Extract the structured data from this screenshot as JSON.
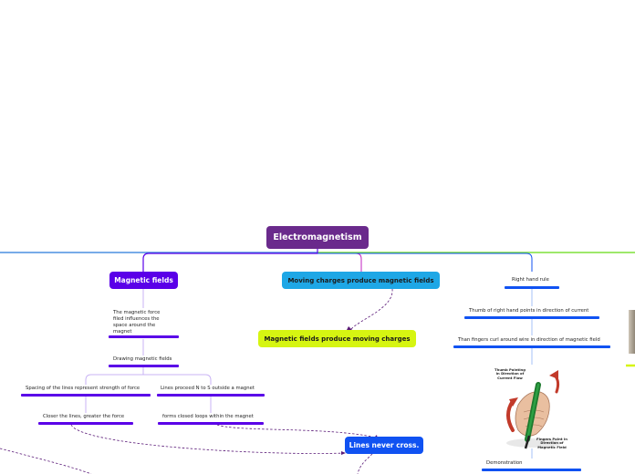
{
  "central": {
    "label": "Electromagnetism"
  },
  "topics": {
    "magnetic_fields": "Magnetic fields",
    "moving_charges": "Moving charges produce magnetic fields",
    "fields_produce_charges": "Magnetic fields produce moving charges",
    "lines_never_cross": "Lines never cross."
  },
  "magnetic_fields_branch": {
    "influence": "The magnetic force filed influences the space around the magnet",
    "drawing": "Drawing magnetic fields",
    "spacing": "Spacing of the lines represent strength of force",
    "n_to_s": "Lines proceed N to S outside a magnet",
    "closer": "Closer the lines, greater the force",
    "closed_loops": "forms closed loops within the magnet"
  },
  "right_hand_branch": {
    "rule": "Right hand rule",
    "thumb": "Thumb of right hand points in direction of current",
    "fingers": "Than fingers curl around wire in direction of magnetic field",
    "demonstration": "Demonstration",
    "image_caption_thumb": "Thumb Pointing in Direction of Current Flow",
    "image_caption_fingers": "Fingers Point in Direction of Magnetic Field"
  },
  "colors": {
    "central": "#6a2a8c",
    "magnetic_fields": "#5a00e8",
    "moving_charges": "#1ea7e6",
    "fields_produce_charges": "#d6f511",
    "lines_never_cross": "#1052f2",
    "right_hand_bar": "#1052f2",
    "connector_dashed": "#5a1a78",
    "top_line_left": "#4a8fe0",
    "top_line_right": "#7ee03a"
  }
}
